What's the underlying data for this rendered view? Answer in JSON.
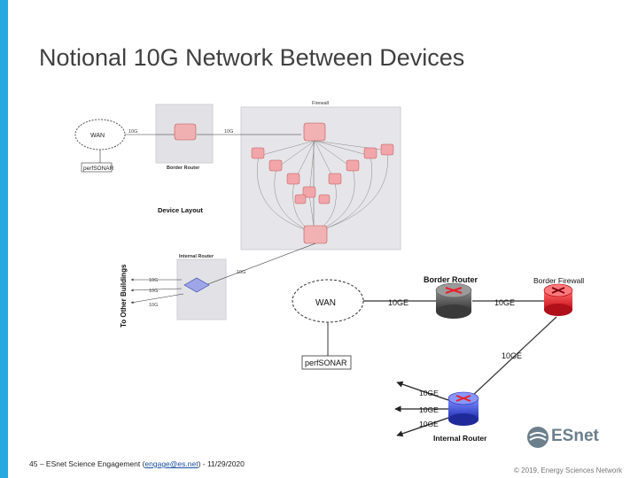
{
  "slide": {
    "title": "Notional 10G Network Between Devices",
    "accent_color": "#27a9e1"
  },
  "layout_image": {
    "firewall_label": "Firewall",
    "wan_label": "WAN",
    "border_router_label": "Border Router",
    "perfsonar_label": "perfSONAR",
    "device_layout_label": "Device Layout",
    "internal_router_label": "Internal Router",
    "to_other_buildings_label": "To Other Buildings",
    "link_labels": [
      "10G",
      "10G",
      "10G",
      "10G",
      "10G",
      "10G"
    ]
  },
  "network": {
    "wan_label": "WAN",
    "border_router_label": "Border Router",
    "border_firewall_label": "Border Firewall",
    "internal_router_label": "Internal Router",
    "perfsonar_label": "perfSONAR",
    "link_wan_border": "10GE",
    "link_border_firewall": "10GE",
    "link_firewall_internal": "10GE",
    "internal_out_links": [
      "10GE",
      "10GE",
      "10GE"
    ],
    "colors": {
      "border_router": "#555555",
      "border_firewall": "#e8202a",
      "internal_router": "#3344cc"
    }
  },
  "footer": {
    "left_prefix": "45 – ESnet Science Engagement (",
    "left_link": "engage@es.net",
    "left_suffix": ") - 11/29/2020",
    "right_text": "© 2019, Energy Sciences Network"
  },
  "logo": {
    "text": "ESnet"
  }
}
